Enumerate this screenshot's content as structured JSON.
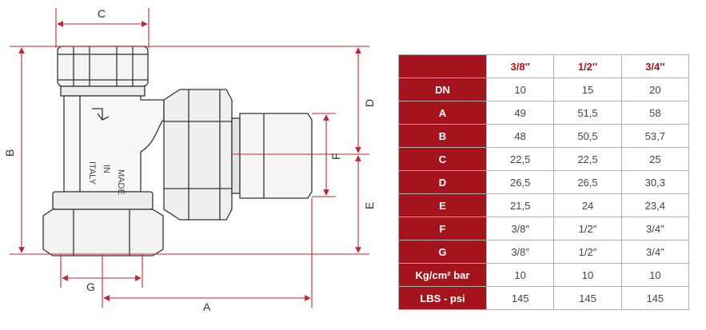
{
  "drawing": {
    "dimension_labels": {
      "a": "A",
      "b": "B",
      "c": "C",
      "d": "D",
      "e": "E",
      "f": "F",
      "g": "G"
    },
    "body_stamp": [
      "MADE",
      "IN",
      "ITALY"
    ],
    "colors": {
      "dimension_line": "#c0262f",
      "metal_outline": "#333333",
      "metal_shade": "#e8e8e8"
    }
  },
  "table": {
    "header": [
      "3/8″",
      "1/2″",
      "3/4″"
    ],
    "rows": [
      {
        "label": "DN",
        "values": [
          "10",
          "15",
          "20"
        ]
      },
      {
        "label": "A",
        "values": [
          "49",
          "51,5",
          "58"
        ]
      },
      {
        "label": "B",
        "values": [
          "48",
          "50,5",
          "53,7"
        ]
      },
      {
        "label": "C",
        "values": [
          "22,5",
          "22,5",
          "25"
        ]
      },
      {
        "label": "D",
        "values": [
          "26,5",
          "26,5",
          "30,3"
        ]
      },
      {
        "label": "E",
        "values": [
          "21,5",
          "24",
          "23,4"
        ]
      },
      {
        "label": "F",
        "values": [
          "3/8″",
          "1/2″",
          "3/4″"
        ]
      },
      {
        "label": "G",
        "values": [
          "3/8″",
          "1/2″",
          "3/4″"
        ]
      },
      {
        "label": "Kg/cm² bar",
        "values": [
          "10",
          "10",
          "10"
        ]
      },
      {
        "label": "LBS - psi",
        "values": [
          "145",
          "145",
          "145"
        ]
      }
    ],
    "colors": {
      "label_background": "#a5141d",
      "header_text": "#b0121b",
      "grid": "#b0b0b0"
    }
  }
}
